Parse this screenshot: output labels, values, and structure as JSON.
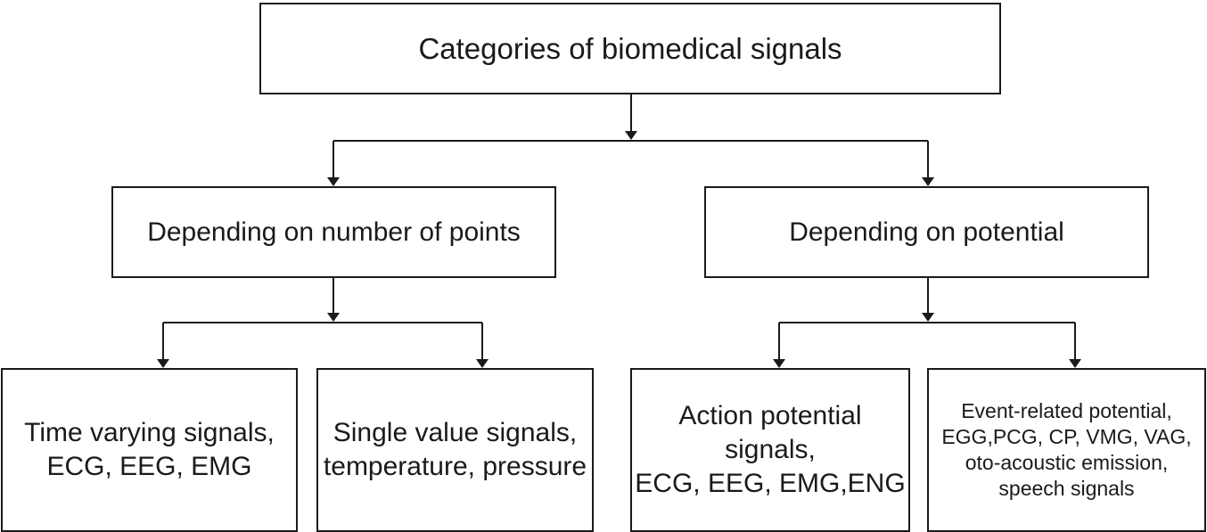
{
  "diagram": {
    "root": "Categories of biomedical signals",
    "branches": [
      {
        "label": "Depending on number of points",
        "leaves": [
          "Time varying signals,\nECG, EEG, EMG",
          "Single value signals,\ntemperature, pressure"
        ]
      },
      {
        "label": "Depending on potential",
        "leaves": [
          "Action potential signals,\nECG, EEG, EMG,ENG",
          "Event-related potential,\nEGG,PCG, CP, VMG, VAG,\noto-acoustic emission,\nspeech signals"
        ]
      }
    ]
  },
  "colors": {
    "line": "#1a1a1a",
    "background": "#ffffff"
  }
}
